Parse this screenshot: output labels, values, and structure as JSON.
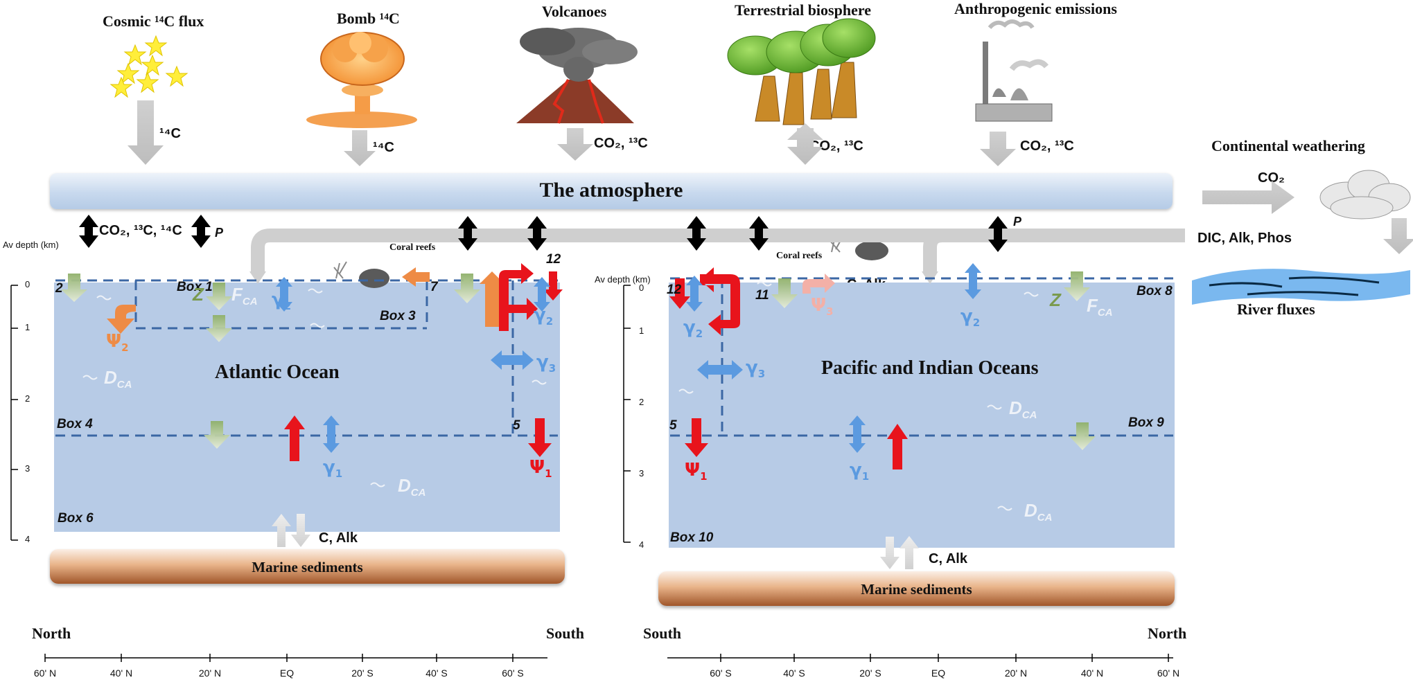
{
  "sources": {
    "cosmic": "Cosmic ¹⁴C flux",
    "bomb": "Bomb ¹⁴C",
    "volcanoes": "Volcanoes",
    "terrestrial": "Terrestrial biosphere",
    "anthro": "Anthropogenic emissions",
    "weathering": "Continental weathering",
    "river": "River fluxes"
  },
  "fluxes": {
    "c14": "¹⁴C",
    "co2_c13": "CO₂, ¹³C",
    "co2": "CO₂",
    "air_sea": "CO₂, ¹³C, ¹⁴C",
    "p": "P",
    "dic": "DIC, Alk, Phos",
    "c_alk": "C, Alk",
    "coral": "Coral reefs"
  },
  "atmosphere": "The atmosphere",
  "sediments": "Marine sediments",
  "oceans": {
    "atlantic": "Atlantic Ocean",
    "pacific": "Pacific and Indian Oceans"
  },
  "boxes": [
    "Box 1",
    "Box 3",
    "Box 4",
    "Box 6",
    "Box 8",
    "Box 9",
    "Box 10"
  ],
  "box_numbers": [
    "2",
    "7",
    "12",
    "5",
    "12",
    "11",
    "5"
  ],
  "greek": {
    "gamma": "γ",
    "psi": "Ψ",
    "sub1": "1",
    "sub2": "2",
    "sub3": "3"
  },
  "ghost": {
    "z": "Z",
    "f": "F",
    "d": "D",
    "ca": "CA"
  },
  "depth": {
    "title": "Av depth (km)",
    "ticks": [
      "0",
      "1",
      "2",
      "3",
      "4"
    ]
  },
  "directions": {
    "north": "North",
    "south": "South"
  },
  "lat_left": [
    "60' N",
    "40' N",
    "20' N",
    "EQ",
    "20' S",
    "40' S",
    "60' S"
  ],
  "lat_right": [
    "60' S",
    "40' S",
    "20' S",
    "EQ",
    "20' N",
    "40' N",
    "60' N"
  ],
  "colors": {
    "ocean": "#b7cbe6",
    "dashed": "#3b67a4",
    "psi": "#e8141c",
    "gamma": "#5b9ae0",
    "orange": "#ee8b45",
    "green": "#8fb06a"
  }
}
